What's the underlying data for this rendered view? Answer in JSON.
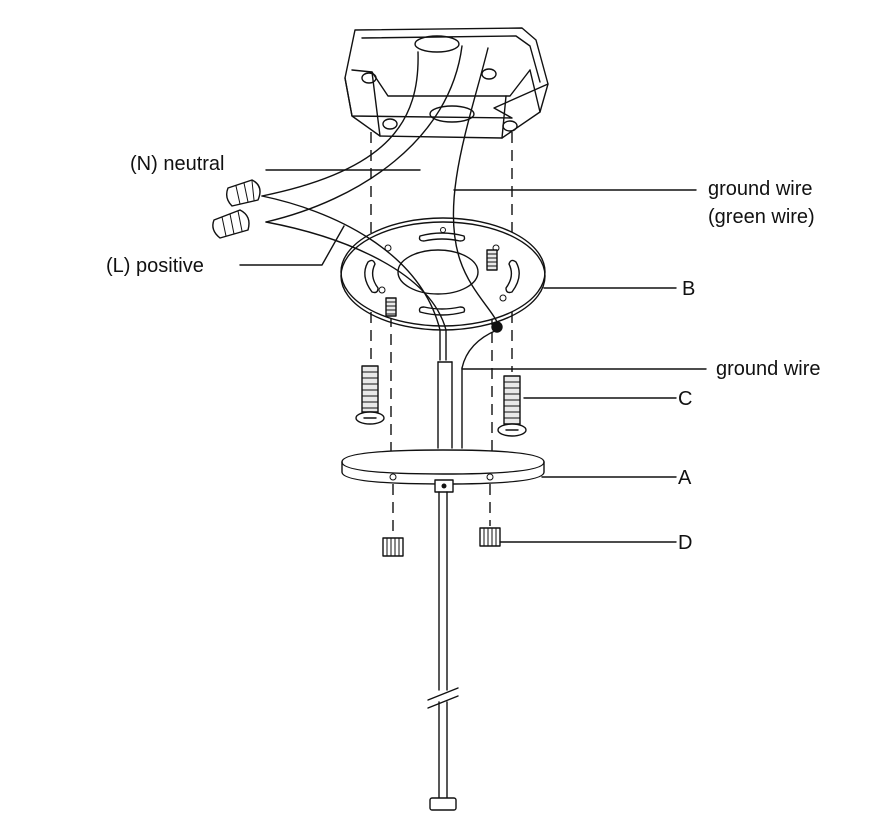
{
  "labels": {
    "neutral": "(N) neutral",
    "positive": "(L) positive",
    "ground_wire_green_line1": "ground wire",
    "ground_wire_green_line2": "(green wire)",
    "ground_wire": "ground wire",
    "part_b": "B",
    "part_c": "C",
    "part_a": "A",
    "part_d": "D"
  },
  "colors": {
    "line": "#111111",
    "background": "#ffffff"
  }
}
